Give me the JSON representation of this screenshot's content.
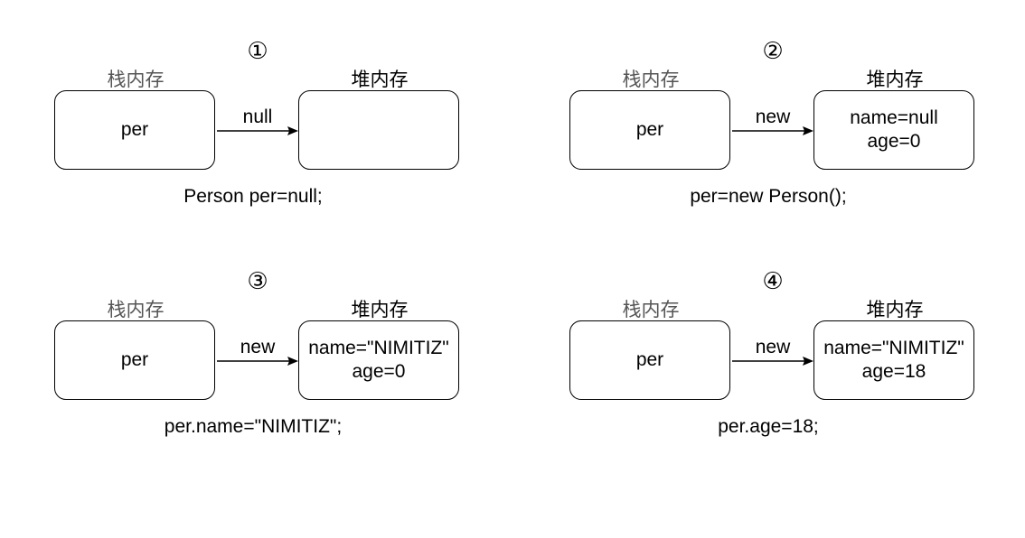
{
  "panels": [
    {
      "number": "①",
      "stack_label": "栈内存",
      "heap_label": "堆内存",
      "stack_value": "per",
      "arrow_label": "null",
      "heap_lines": [
        "",
        ""
      ],
      "code": "Person per=null;"
    },
    {
      "number": "②",
      "stack_label": "栈内存",
      "heap_label": "堆内存",
      "stack_value": "per",
      "arrow_label": "new",
      "heap_lines": [
        "name=null",
        "age=0"
      ],
      "code": "per=new Person();"
    },
    {
      "number": "③",
      "stack_label": "栈内存",
      "heap_label": "堆内存",
      "stack_value": "per",
      "arrow_label": "new",
      "heap_lines": [
        "name=\"NIMITIZ\"",
        "age=0"
      ],
      "code": "per.name=\"NIMITIZ\";"
    },
    {
      "number": "④",
      "stack_label": "栈内存",
      "heap_label": "堆内存",
      "stack_value": "per",
      "arrow_label": "new",
      "heap_lines": [
        "name=\"NIMITIZ\"",
        "age=18"
      ],
      "code": "per.age=18;"
    }
  ]
}
